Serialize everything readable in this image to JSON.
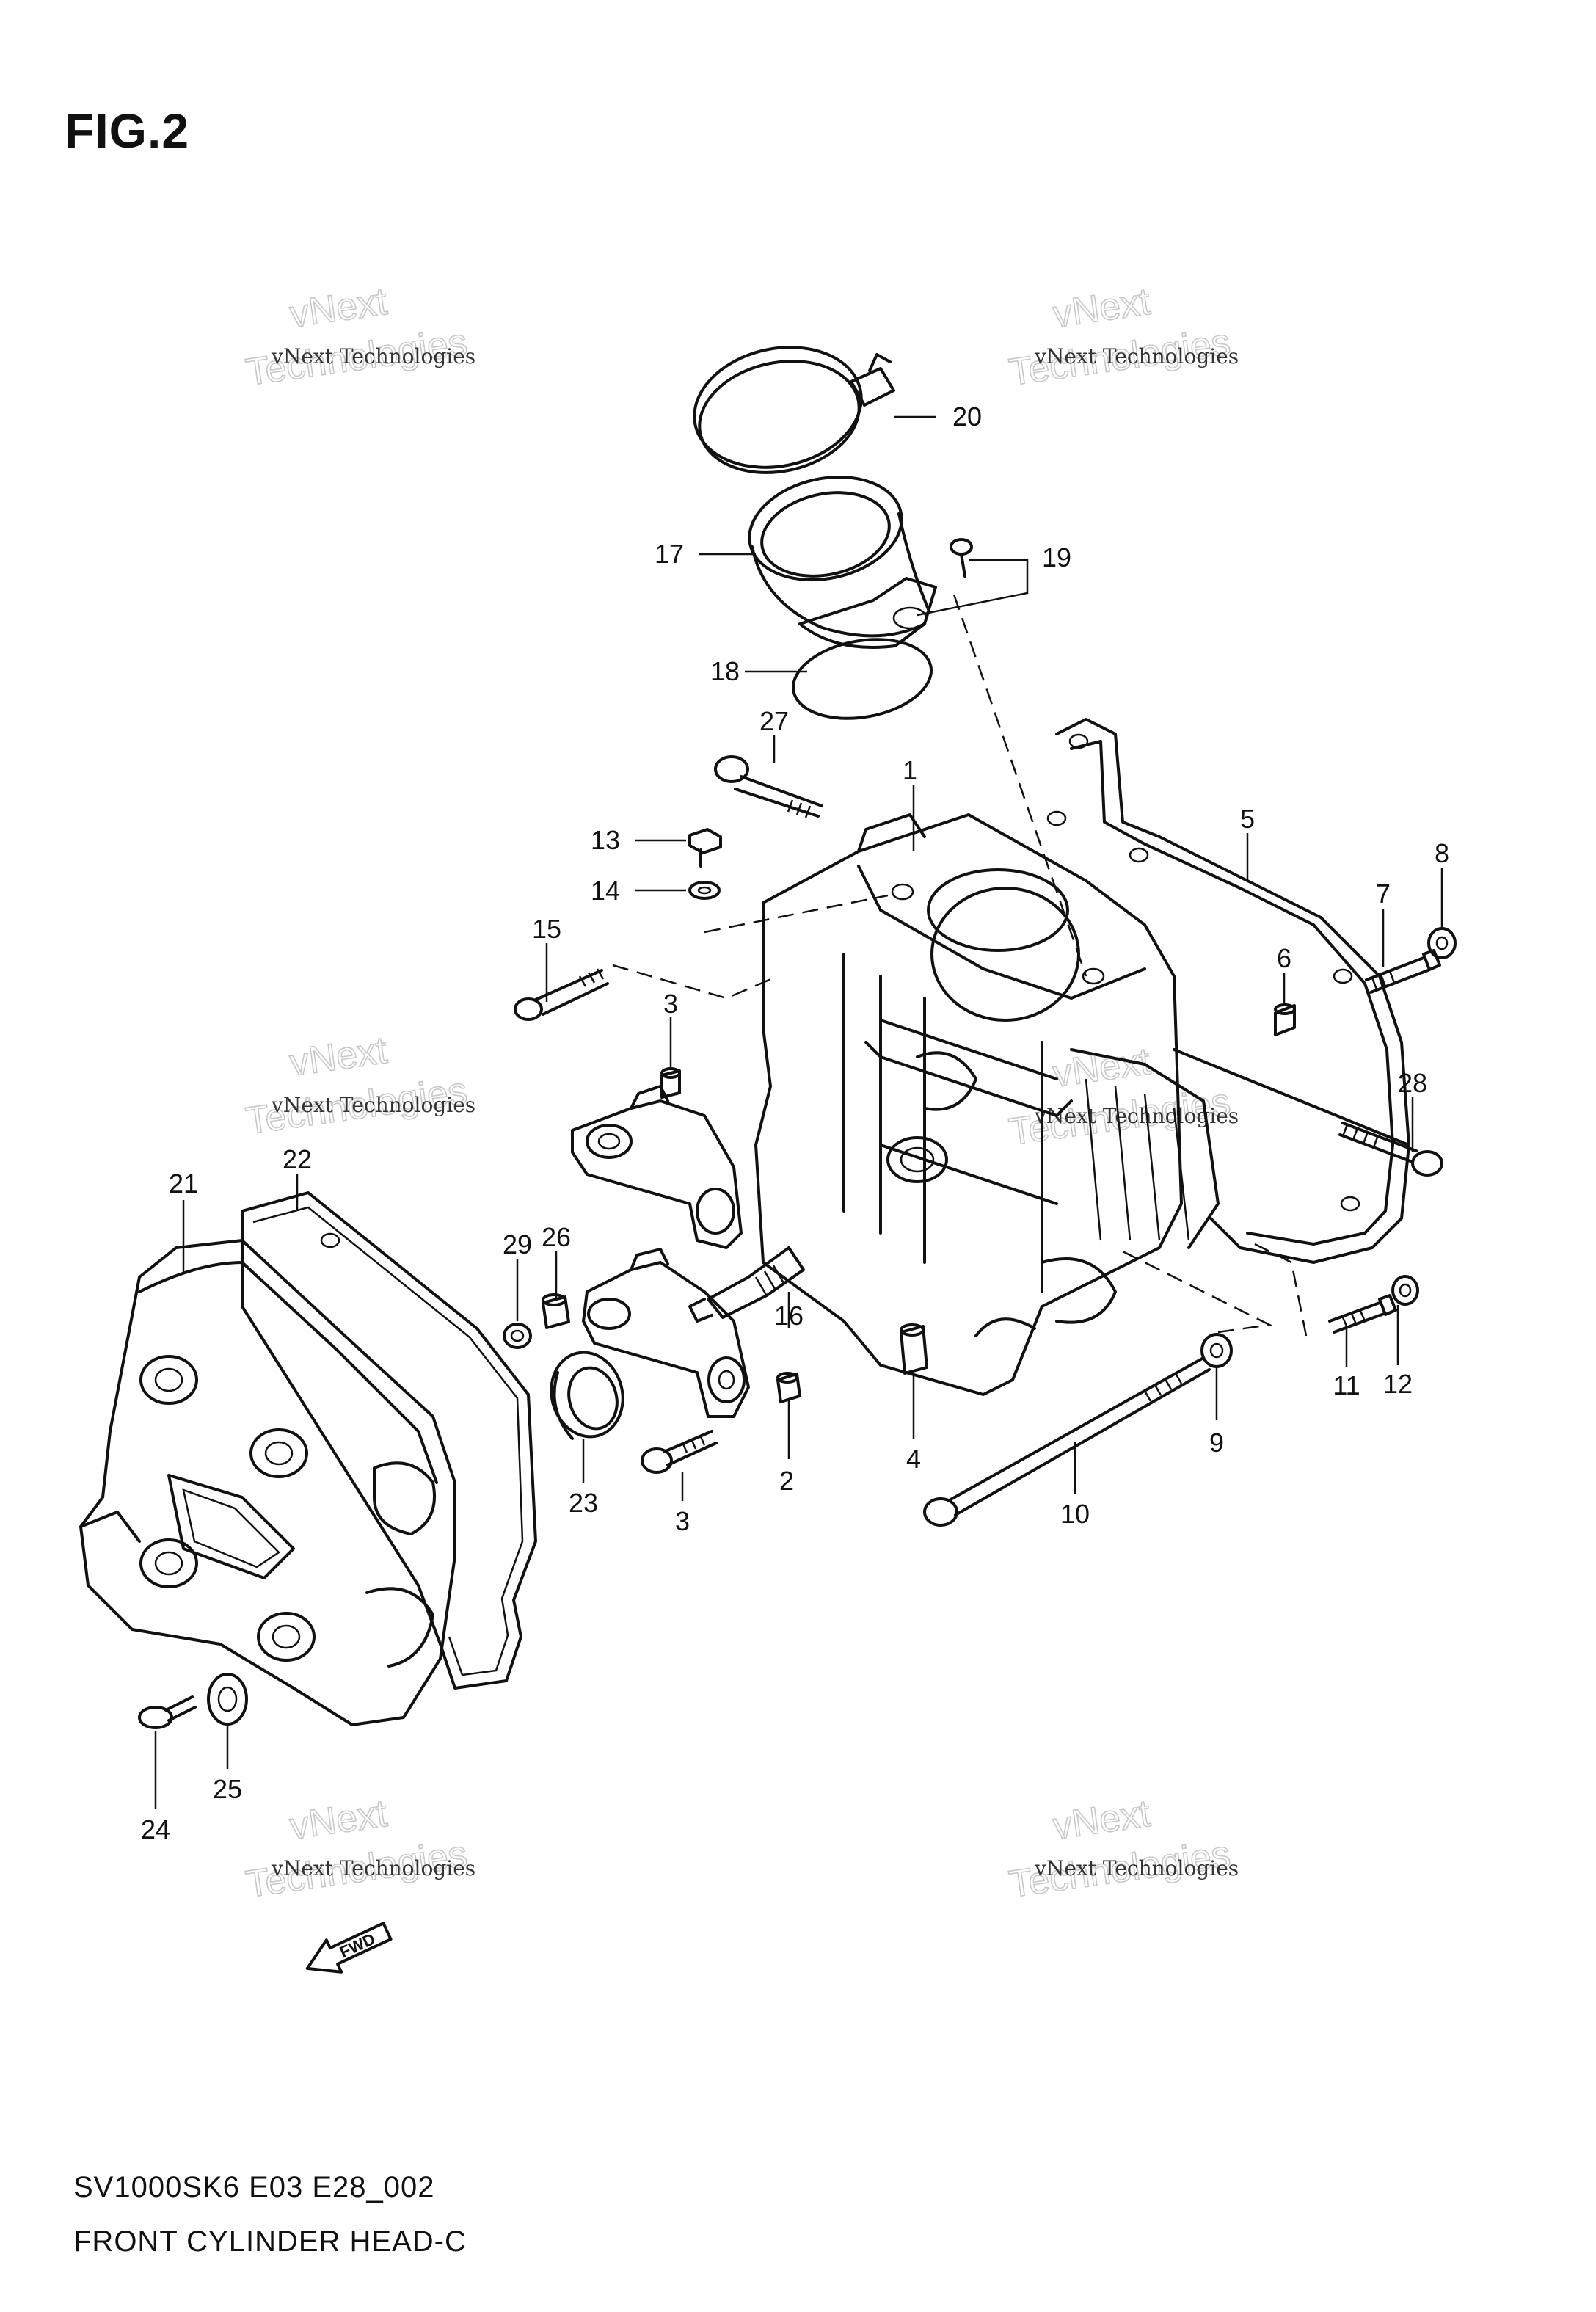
{
  "figure": {
    "title": "FIG.2"
  },
  "watermark": {
    "line1": "vNext Technologies",
    "line2": "Technologies",
    "line3": "vNext"
  },
  "fwd_label": "FWD",
  "callouts": [
    "1",
    "2",
    "3",
    "3",
    "4",
    "5",
    "6",
    "7",
    "8",
    "9",
    "10",
    "11",
    "12",
    "13",
    "14",
    "15",
    "16",
    "17",
    "18",
    "19",
    "20",
    "21",
    "22",
    "23",
    "24",
    "25",
    "26",
    "27",
    "28",
    "29"
  ],
  "footer": {
    "model_code": "SV1000SK6 E03 E28_002",
    "description": "FRONT CYLINDER HEAD-C"
  }
}
